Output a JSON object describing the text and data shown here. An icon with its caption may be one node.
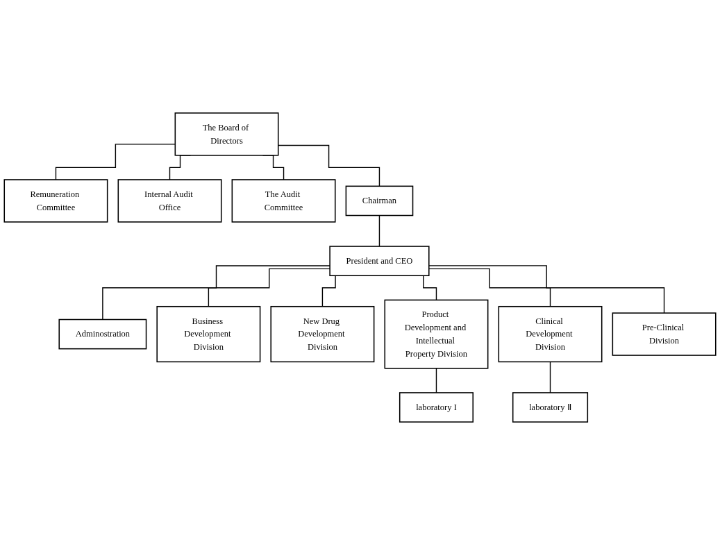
{
  "diagram": {
    "nodes": [
      {
        "text": [
          "The Board of Directors"
        ]
      },
      {
        "text": [
          "Remuneration Committee"
        ]
      },
      {
        "text": [
          "Internal Audit Office"
        ]
      },
      {
        "text": [
          "The Audit Committee"
        ]
      },
      {
        "text": [
          "Chairman"
        ]
      },
      {
        "text": [
          "President and CEO"
        ]
      },
      {
        "text": [
          "Adminostration"
        ]
      },
      {
        "text": [
          "Business Development Division"
        ]
      },
      {
        "text": [
          "New Drug Development Division"
        ]
      },
      {
        "text": [
          "Product Development and Intellectual Property Division"
        ]
      },
      {
        "text": [
          "Clinical Development Division"
        ]
      },
      {
        "text": [
          "Pre-Clinical Division"
        ]
      },
      {
        "text": [
          "laboratory I"
        ]
      },
      {
        "text": [
          "laboratory Ⅱ"
        ]
      }
    ],
    "edges": [
      {
        "from": 0,
        "to": 1,
        "arrow": "none"
      },
      {
        "from": 0,
        "to": 2,
        "arrow": "none"
      },
      {
        "from": 0,
        "to": 3,
        "arrow": "none"
      },
      {
        "from": 0,
        "to": 4,
        "arrow": "none"
      },
      {
        "from": 4,
        "to": 5,
        "arrow": "none"
      },
      {
        "from": 5,
        "to": 6,
        "arrow": "none"
      },
      {
        "from": 5,
        "to": 7,
        "arrow": "none"
      },
      {
        "from": 5,
        "to": 8,
        "arrow": "none"
      },
      {
        "from": 5,
        "to": 9,
        "arrow": "none"
      },
      {
        "from": 5,
        "to": 10,
        "arrow": "none"
      },
      {
        "from": 5,
        "to": 11,
        "arrow": "none"
      },
      {
        "from": 9,
        "to": 12,
        "arrow": "none"
      },
      {
        "from": 10,
        "to": 13,
        "arrow": "none"
      }
    ]
  }
}
